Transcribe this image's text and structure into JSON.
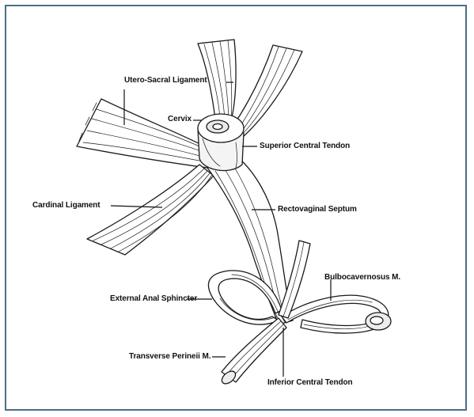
{
  "labels": {
    "utero_sacral": "Utero-Sacral Ligament",
    "cervix": "Cervix",
    "superior_central_tendon": "Superior Central Tendon",
    "cardinal": "Cardinal Ligament",
    "rectovaginal": "Rectovaginal Septum",
    "bulbocavernosus": "Bulbocavernosus M.",
    "external_anal_sphincter": "External Anal Sphincter",
    "transverse_perineii": "Transverse Perineii M.",
    "inferior_central_tendon": "Inferior Central Tendon"
  },
  "colors": {
    "frame": "#4a6e84",
    "ink": "#1a1a1a"
  }
}
